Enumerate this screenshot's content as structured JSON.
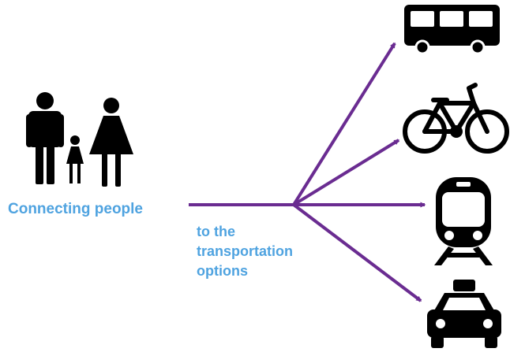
{
  "left_caption": "Connecting people",
  "right_caption": [
    "to the",
    "transportation",
    "options"
  ],
  "colors": {
    "caption": "#4fa3e0",
    "arrow": "#6a2c91",
    "icon": "#000000",
    "background": "#ffffff"
  },
  "icons": [
    "family-icon",
    "bus-icon",
    "bicycle-icon",
    "train-icon",
    "taxi-icon"
  ]
}
